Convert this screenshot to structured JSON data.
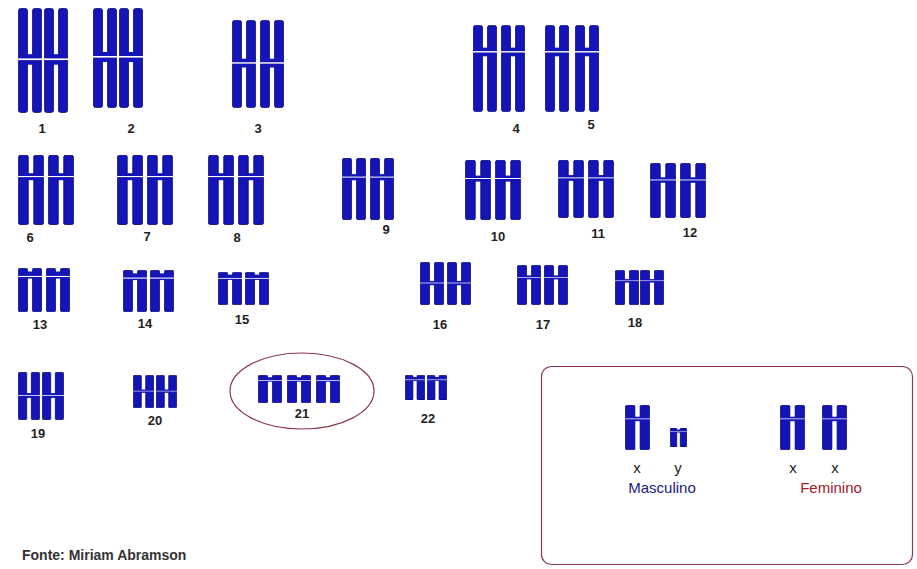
{
  "diagram": {
    "nodes": [
      {
        "text": [
          "21"
        ]
      },
      {
        "text": [
          "x",
          "y",
          "Masculino",
          "x",
          "x",
          "Feminino"
        ]
      }
    ],
    "labels": [
      "1",
      "2",
      "3",
      "4",
      "5",
      "6",
      "7",
      "8",
      "9",
      "10",
      "11",
      "12",
      "13",
      "14",
      "15",
      "16",
      "17",
      "18",
      "19",
      "20",
      "22",
      "Fonte: Miriam Abramson"
    ]
  }
}
